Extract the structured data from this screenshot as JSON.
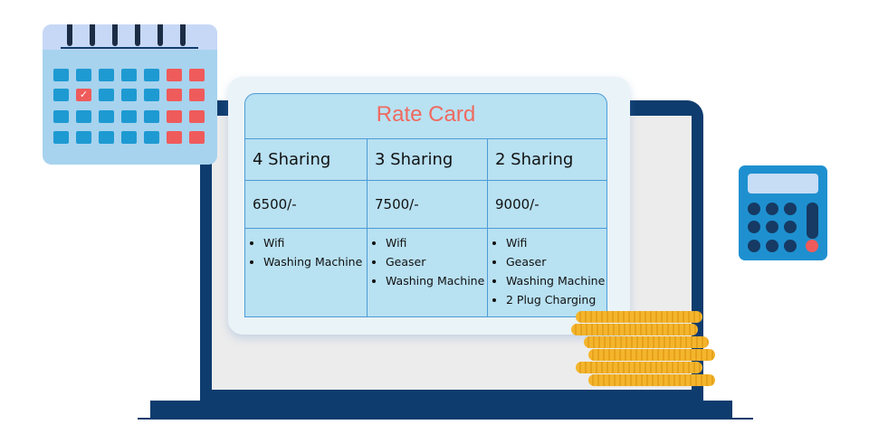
{
  "rate_card": {
    "title": "Rate Card",
    "plans": [
      {
        "name": "4 Sharing",
        "price": "6500/-",
        "features": [
          "Wifi",
          "Washing Machine"
        ]
      },
      {
        "name": "3 Sharing",
        "price": "7500/-",
        "features": [
          "Wifi",
          "Geaser",
          "Washing Machine"
        ]
      },
      {
        "name": "2 Sharing",
        "price": "9000/-",
        "features": [
          "Wifi",
          "Geaser",
          "Washing Machine",
          "2 Plug Charging"
        ]
      }
    ]
  },
  "colors": {
    "title": "#ef6a5f",
    "card_bg": "#b8e1f2",
    "border": "#4d9bd6",
    "laptop": "#0f3c6e",
    "calendar": "#a7d3ee",
    "calculator": "#1e90d0",
    "coin": "#f4b52d"
  },
  "icons": [
    "calendar-icon",
    "calculator-icon",
    "laptop-illustration",
    "coin-stack"
  ]
}
